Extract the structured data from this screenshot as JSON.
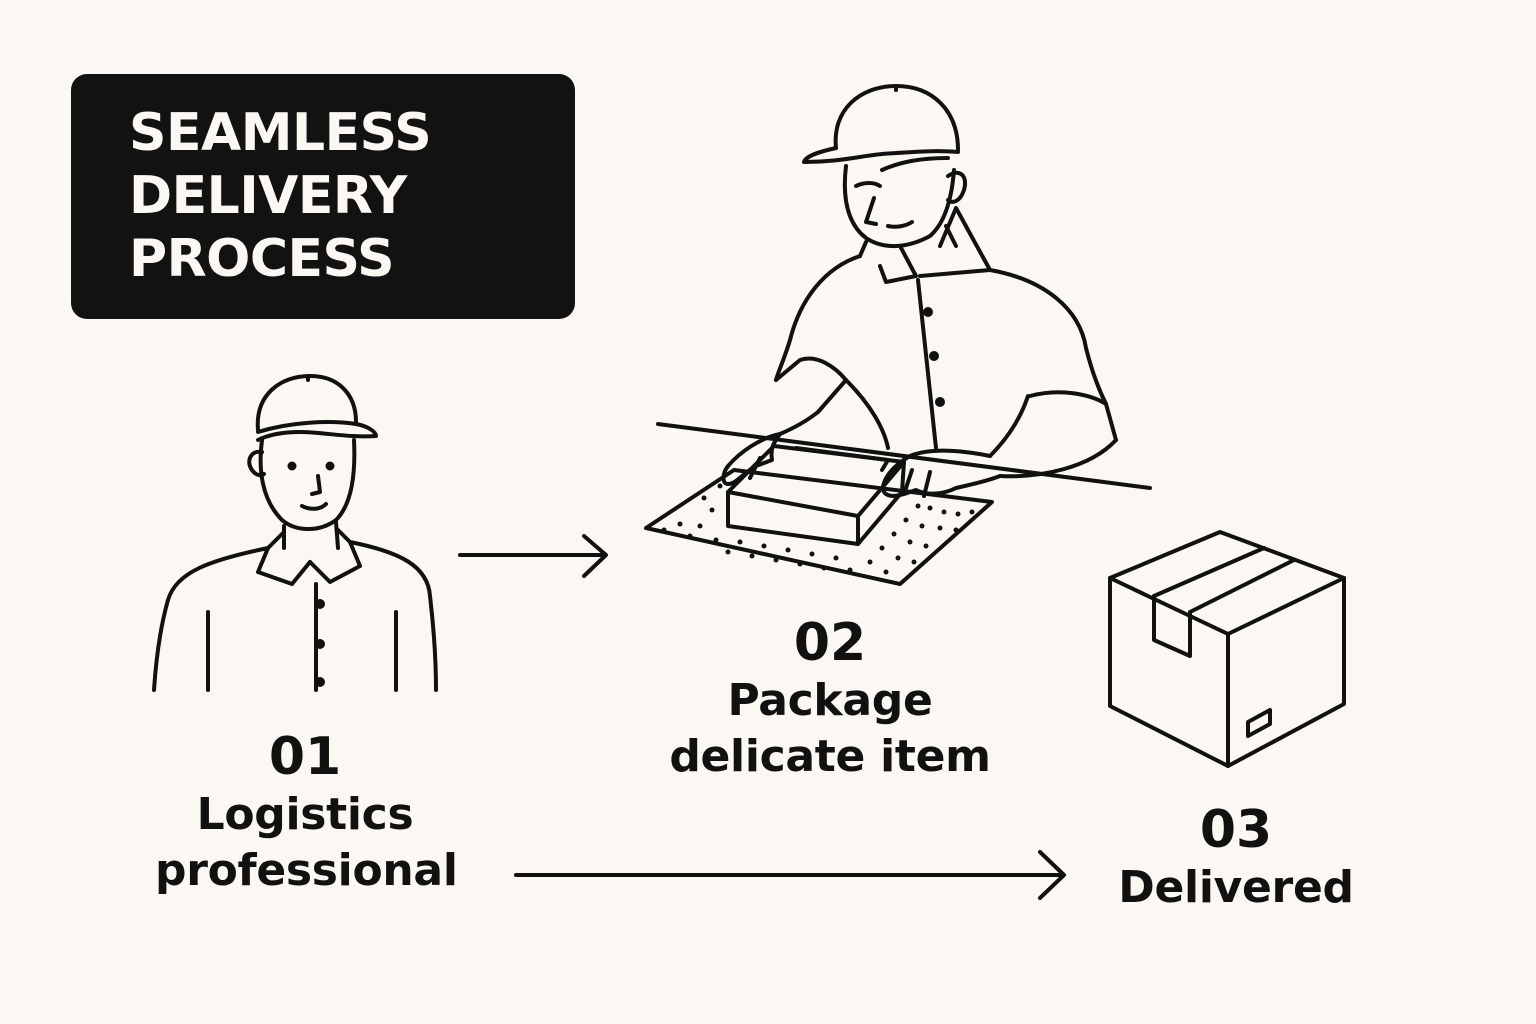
{
  "title": {
    "lines": [
      "SEAMLESS",
      "DELIVERY",
      "PROCESS"
    ]
  },
  "steps": [
    {
      "number": "01",
      "text_lines": [
        "Logistics",
        "professional"
      ],
      "icon": "logistics-worker-icon"
    },
    {
      "number": "02",
      "text_lines": [
        "Package",
        "delicate item"
      ],
      "icon": "packing-worker-icon"
    },
    {
      "number": "03",
      "text_lines": [
        "Delivered"
      ],
      "icon": "cardboard-box-icon"
    }
  ],
  "colors": {
    "background": "#fbf8f3",
    "ink": "#111111",
    "title_box": "#121212",
    "title_text": "#fbf8f3"
  }
}
